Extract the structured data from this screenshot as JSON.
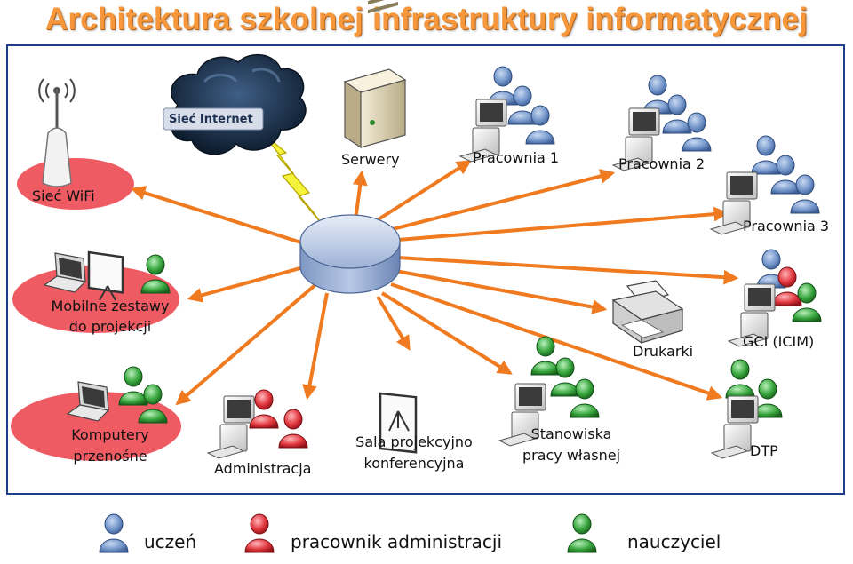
{
  "title": "Architektura szkolnej infrastruktury informatycznej",
  "cloud_label": "Sieć Internet",
  "nodes": {
    "wifi": "Sieć WiFi",
    "mobile_line1": "Mobilne zestawy",
    "mobile_line2": "do projekcji",
    "laptops_line1": "Komputery",
    "laptops_line2": "przenośne",
    "admin": "Administracja",
    "sala_line1": "Sala projekcyjno",
    "sala_line2": "konferencyjna",
    "stanowiska_line1": "Stanowiska",
    "stanowiska_line2": "pracy własnej",
    "dtp": "DTP",
    "drukarki": "Drukarki",
    "gci": "GCI (ICIM)",
    "pracownia3": "Pracownia 3",
    "pracownia2": "Pracownia 2",
    "pracownia1": "Pracownia 1",
    "serwery": "Serwery"
  },
  "legend": {
    "uczen": "uczeń",
    "pracownik": "pracownik administracji",
    "nauczyciel": "nauczyciel"
  },
  "colors": {
    "title": "#f5973a",
    "arrow": "#f07a1f",
    "frame": "#1f3d8f",
    "highlight": "#ef5b62",
    "student": "#6f93c9",
    "admin": "#e0343c",
    "teacher": "#34a33a"
  }
}
